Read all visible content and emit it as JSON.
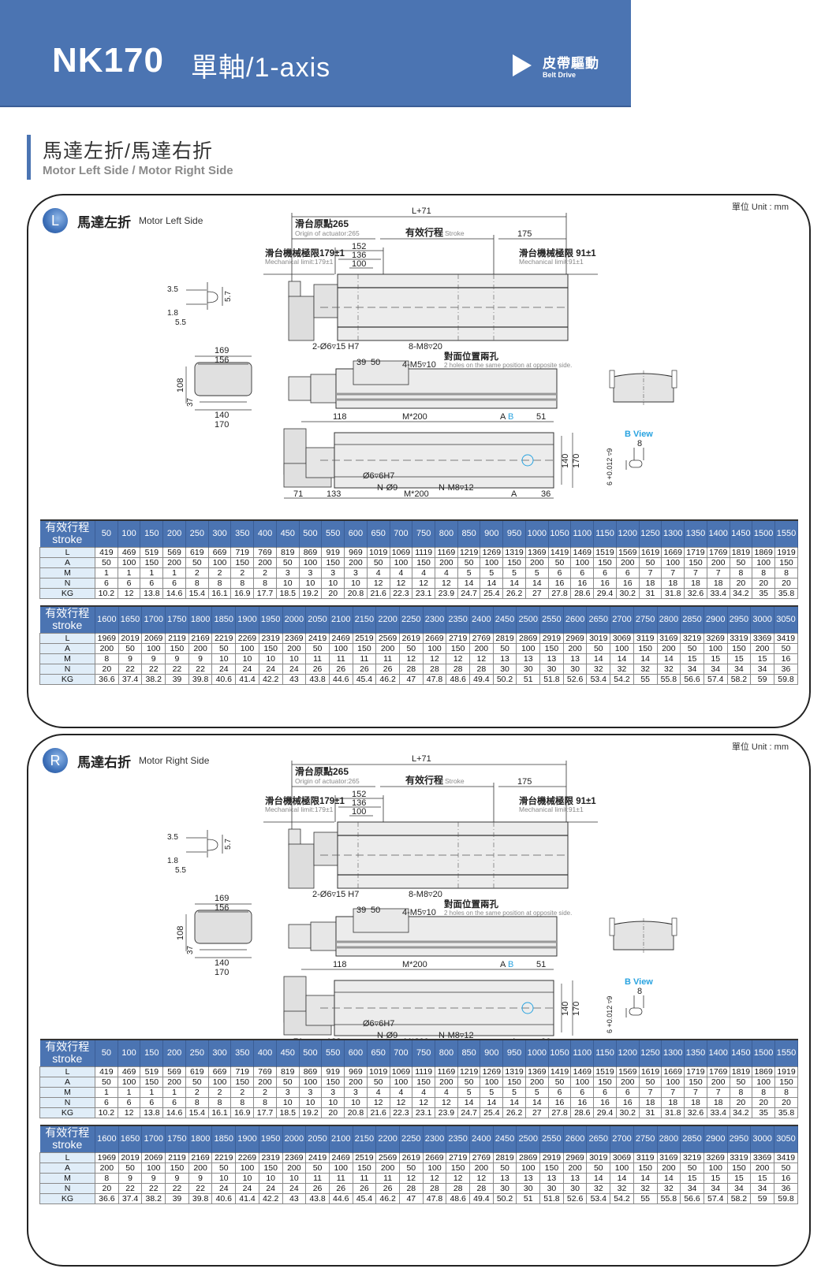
{
  "header": {
    "model": "NK170",
    "axis": "單軸/1-axis",
    "drive_zh": "皮帶驅動",
    "drive_en": "Belt Drive",
    "accent_color": "#4b74b2"
  },
  "section": {
    "title_zh": "馬達左折/馬達右折",
    "title_en": "Motor Left Side / Motor Right Side"
  },
  "unit_label": "單位 Unit : mm",
  "drawing_labels": {
    "overall": "L+71",
    "origin_zh": "滑台原點265",
    "origin_en": "Origin of actuator:265",
    "stroke_zh": "有效行程",
    "stroke_en": "Stroke",
    "d175": "175",
    "mech_left_zh": "滑台機械極限179±1",
    "mech_left_en": "Mechanical limit:179±1",
    "mech_right_zh": "滑台機械極限 91±1",
    "mech_right_en": "Mechanical limit:91±1",
    "d152": "152",
    "d136": "136",
    "d100": "100",
    "pin_holes": "2-Ø6▿15 H7",
    "tap_holes": "8-M8▿20",
    "opposite_zh": "對面位置兩孔",
    "opposite_en": "2 holes on the same position at opposite side.",
    "m5": "4-M5▿10",
    "d39": "39",
    "d50": "50",
    "d118": "118",
    "m200": "M*200",
    "a": "A",
    "b": "B",
    "d51": "51",
    "d140": "140",
    "d170": "170",
    "d71": "71",
    "d133": "133",
    "d36": "36",
    "bore": "Ø6▿6H7",
    "n9": "N-Ø9",
    "n8": "N-M8▿12",
    "b_view": "B View",
    "b_w": "8",
    "b_tol": "6 +0.012 ▿9",
    "b_tol0": "0",
    "c35": "3.5",
    "c57": "5.7",
    "c18": "1.8",
    "c55": "5.5",
    "e169": "169",
    "e156": "156",
    "e108": "108",
    "e37": "37",
    "e140": "140",
    "e170": "170"
  },
  "panels": [
    {
      "id": "L",
      "badge": "L",
      "title_zh": "馬達左折",
      "title_en": "Motor Left Side"
    },
    {
      "id": "R",
      "badge": "R",
      "title_zh": "馬達右折",
      "title_en": "Motor Right Side"
    }
  ],
  "table": {
    "lead_zh": "有效行程",
    "lead_en": "stroke",
    "row_labels": [
      "L",
      "A",
      "M",
      "N",
      "KG"
    ],
    "part1": {
      "stroke": [
        "50",
        "100",
        "150",
        "200",
        "250",
        "300",
        "350",
        "400",
        "450",
        "500",
        "550",
        "600",
        "650",
        "700",
        "750",
        "800",
        "850",
        "900",
        "950",
        "1000",
        "1050",
        "1100",
        "1150",
        "1200",
        "1250",
        "1300",
        "1350",
        "1400",
        "1450",
        "1500",
        "1550"
      ],
      "L": [
        "419",
        "469",
        "519",
        "569",
        "619",
        "669",
        "719",
        "769",
        "819",
        "869",
        "919",
        "969",
        "1019",
        "1069",
        "1119",
        "1169",
        "1219",
        "1269",
        "1319",
        "1369",
        "1419",
        "1469",
        "1519",
        "1569",
        "1619",
        "1669",
        "1719",
        "1769",
        "1819",
        "1869",
        "1919"
      ],
      "A": [
        "50",
        "100",
        "150",
        "200",
        "50",
        "100",
        "150",
        "200",
        "50",
        "100",
        "150",
        "200",
        "50",
        "100",
        "150",
        "200",
        "50",
        "100",
        "150",
        "200",
        "50",
        "100",
        "150",
        "200",
        "50",
        "100",
        "150",
        "200",
        "50",
        "100",
        "150"
      ],
      "M": [
        "1",
        "1",
        "1",
        "1",
        "2",
        "2",
        "2",
        "2",
        "3",
        "3",
        "3",
        "3",
        "4",
        "4",
        "4",
        "4",
        "5",
        "5",
        "5",
        "5",
        "6",
        "6",
        "6",
        "6",
        "7",
        "7",
        "7",
        "7",
        "8",
        "8",
        "8"
      ],
      "N": [
        "6",
        "6",
        "6",
        "6",
        "8",
        "8",
        "8",
        "8",
        "10",
        "10",
        "10",
        "10",
        "12",
        "12",
        "12",
        "12",
        "14",
        "14",
        "14",
        "14",
        "16",
        "16",
        "16",
        "16",
        "18",
        "18",
        "18",
        "18",
        "20",
        "20",
        "20"
      ],
      "KG": [
        "10.2",
        "12",
        "13.8",
        "14.6",
        "15.4",
        "16.1",
        "16.9",
        "17.7",
        "18.5",
        "19.2",
        "20",
        "20.8",
        "21.6",
        "22.3",
        "23.1",
        "23.9",
        "24.7",
        "25.4",
        "26.2",
        "27",
        "27.8",
        "28.6",
        "29.4",
        "30.2",
        "31",
        "31.8",
        "32.6",
        "33.4",
        "34.2",
        "35",
        "35.8"
      ]
    },
    "part2": {
      "stroke": [
        "1600",
        "1650",
        "1700",
        "1750",
        "1800",
        "1850",
        "1900",
        "1950",
        "2000",
        "2050",
        "2100",
        "2150",
        "2200",
        "2250",
        "2300",
        "2350",
        "2400",
        "2450",
        "2500",
        "2550",
        "2600",
        "2650",
        "2700",
        "2750",
        "2800",
        "2850",
        "2900",
        "2950",
        "3000",
        "3050"
      ],
      "L": [
        "1969",
        "2019",
        "2069",
        "2119",
        "2169",
        "2219",
        "2269",
        "2319",
        "2369",
        "2419",
        "2469",
        "2519",
        "2569",
        "2619",
        "2669",
        "2719",
        "2769",
        "2819",
        "2869",
        "2919",
        "2969",
        "3019",
        "3069",
        "3119",
        "3169",
        "3219",
        "3269",
        "3319",
        "3369",
        "3419"
      ],
      "A": [
        "200",
        "50",
        "100",
        "150",
        "200",
        "50",
        "100",
        "150",
        "200",
        "50",
        "100",
        "150",
        "200",
        "50",
        "100",
        "150",
        "200",
        "50",
        "100",
        "150",
        "200",
        "50",
        "100",
        "150",
        "200",
        "50",
        "100",
        "150",
        "200",
        "50"
      ],
      "M": [
        "8",
        "9",
        "9",
        "9",
        "9",
        "10",
        "10",
        "10",
        "10",
        "11",
        "11",
        "11",
        "11",
        "12",
        "12",
        "12",
        "12",
        "13",
        "13",
        "13",
        "13",
        "14",
        "14",
        "14",
        "14",
        "15",
        "15",
        "15",
        "15",
        "16"
      ],
      "N": [
        "20",
        "22",
        "22",
        "22",
        "22",
        "24",
        "24",
        "24",
        "24",
        "26",
        "26",
        "26",
        "26",
        "28",
        "28",
        "28",
        "28",
        "30",
        "30",
        "30",
        "30",
        "32",
        "32",
        "32",
        "32",
        "34",
        "34",
        "34",
        "34",
        "36"
      ],
      "KG": [
        "36.6",
        "37.4",
        "38.2",
        "39",
        "39.8",
        "40.6",
        "41.4",
        "42.2",
        "43",
        "43.8",
        "44.6",
        "45.4",
        "46.2",
        "47",
        "47.8",
        "48.6",
        "49.4",
        "50.2",
        "51",
        "51.8",
        "52.6",
        "53.4",
        "54.2",
        "55",
        "55.8",
        "56.6",
        "57.4",
        "58.2",
        "59",
        "59.8"
      ]
    }
  }
}
